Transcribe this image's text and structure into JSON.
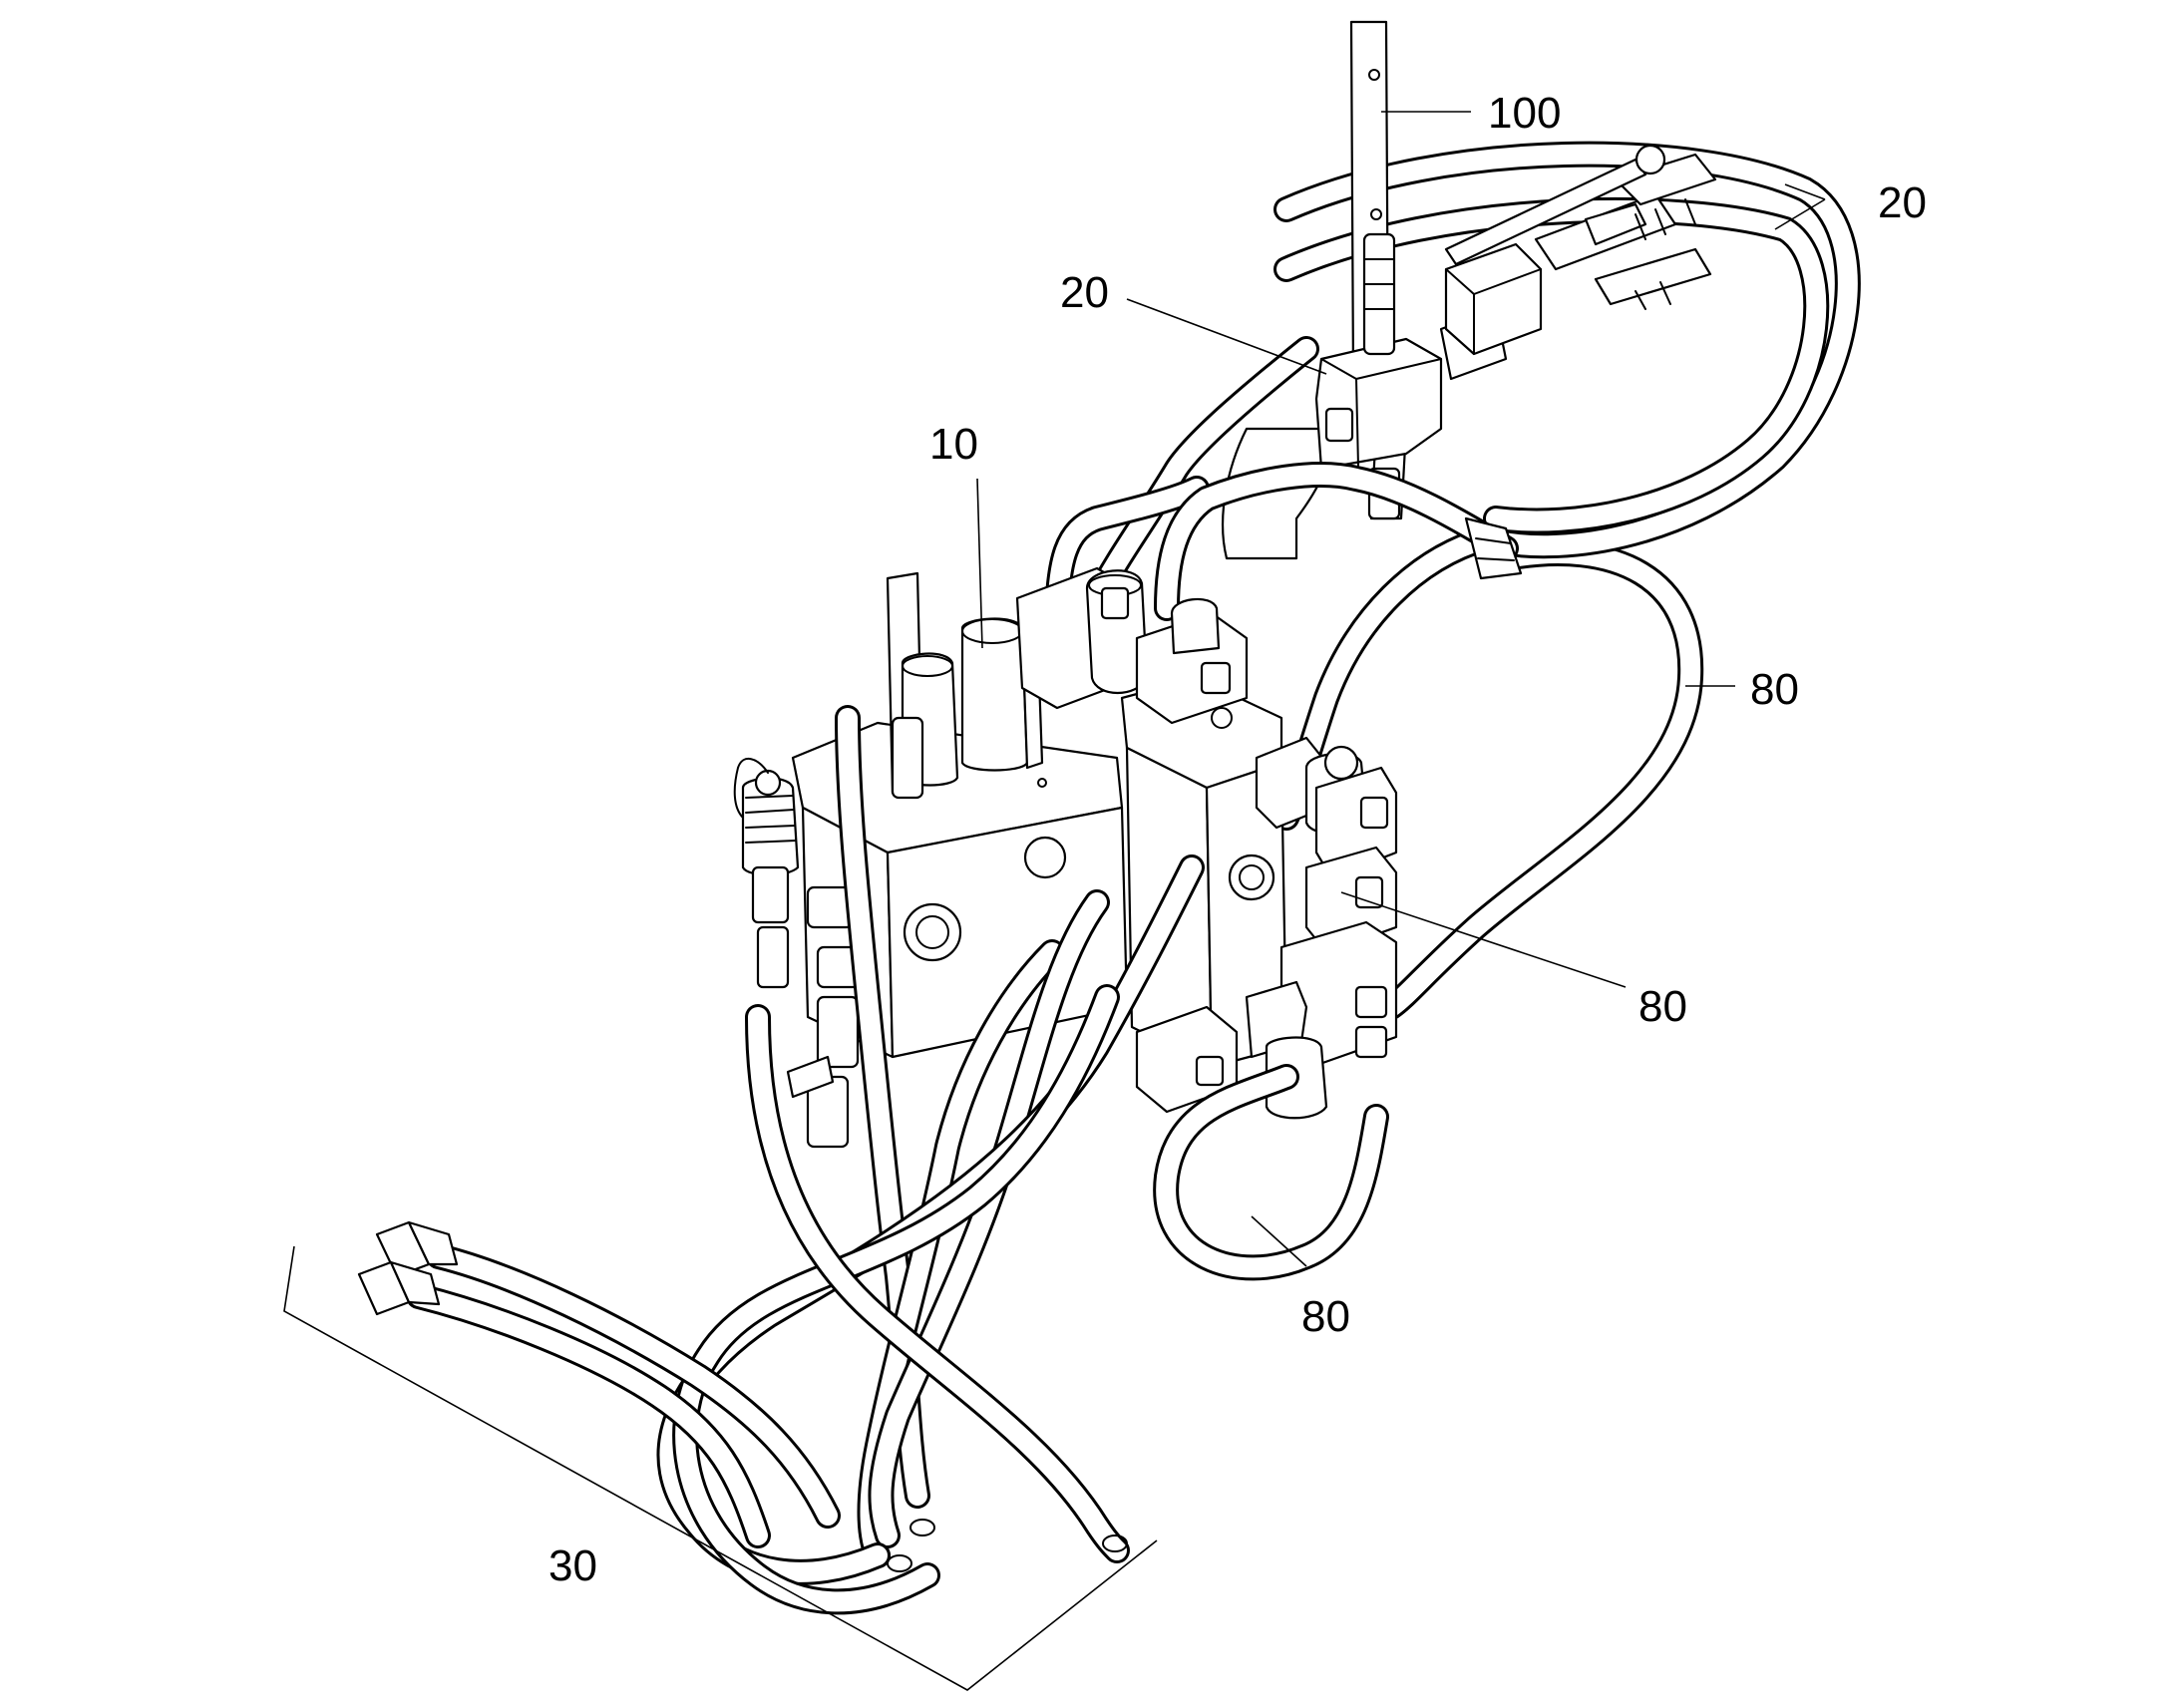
{
  "labels": {
    "bracket": "100",
    "valve_top": "20",
    "hoses_top": "20",
    "main_valve": "10",
    "hose_right_upper": "80",
    "hose_right_mid": "80",
    "hose_right_lower": "80",
    "hoses_bottom": "30"
  }
}
